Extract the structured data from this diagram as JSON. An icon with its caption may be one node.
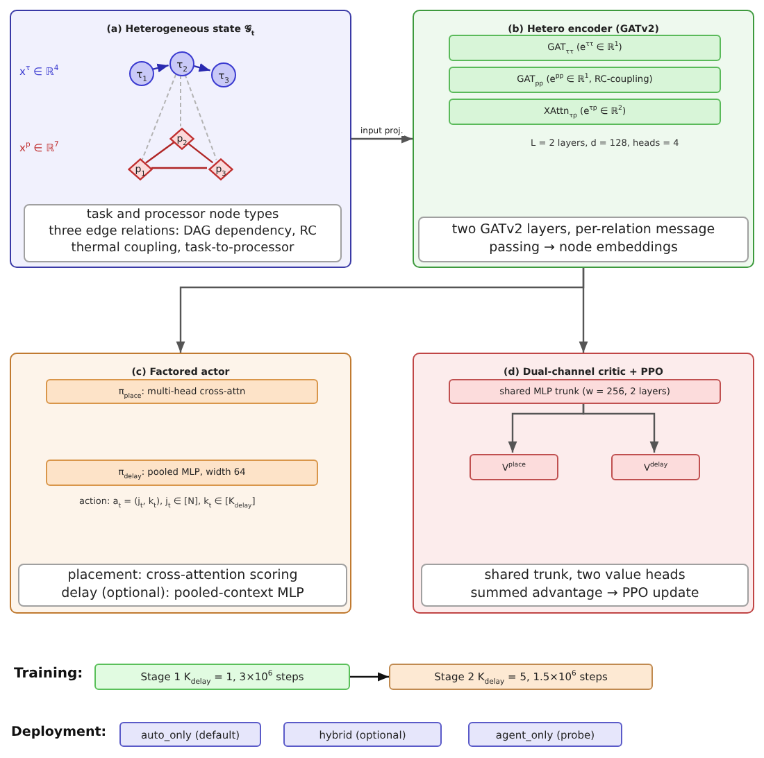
{
  "diagram": {
    "nodes": [
      {
        "text": [
          "(a) Heterogeneous state 𝒢$_{t}$"
        ]
      },
      {
        "text": [
          "τ$_{1}$"
        ],
        "in": 0
      },
      {
        "text": [
          "τ$_{2}$"
        ],
        "in": 0
      },
      {
        "text": [
          "τ$_{3}$"
        ],
        "in": 0
      },
      {
        "text": [
          "p$_{2}$"
        ],
        "in": 0
      },
      {
        "text": [
          "p$_{1}$"
        ],
        "in": 0
      },
      {
        "text": [
          "p$_{3}$"
        ],
        "in": 0
      },
      {
        "text": [
          "task and processor node types",
          "three edge relations: DAG dependency, RC thermal coupling, task-to-processor"
        ],
        "in": 0
      },
      {
        "text": [
          "(b) Hetero encoder (GATv2)"
        ]
      },
      {
        "text": [
          "GAT$_{ττ}$ (e$^{ττ}$ ∈ ℝ$^{1}$)"
        ],
        "in": 8
      },
      {
        "text": [
          "GAT$_{pp}$ (e$^{pp}$ ∈ ℝ$^{1}$, RC-coupling)"
        ],
        "in": 8
      },
      {
        "text": [
          "XAttn$_{τp}$ (e$^{τp}$ ∈ ℝ$^{2}$)"
        ],
        "in": 8
      },
      {
        "text": [
          "two GATv2 layers, per-relation message passing → node embeddings"
        ],
        "in": 8
      },
      {
        "text": [
          "(c) Factored actor"
        ]
      },
      {
        "text": [
          "π$_{place}$: multi-head cross-attn"
        ],
        "in": 13
      },
      {
        "text": [
          "π$_{delay}$: pooled MLP, width 64"
        ],
        "in": 13
      },
      {
        "text": [
          "placement: cross-attention scoring",
          "delay (optional): pooled-context MLP"
        ],
        "in": 13
      },
      {
        "text": [
          "(d) Dual-channel critic + PPO"
        ]
      },
      {
        "text": [
          "shared MLP trunk (w = 256, 2 layers)"
        ],
        "in": 17
      },
      {
        "text": [
          "V$^{place}$"
        ],
        "in": 17
      },
      {
        "text": [
          "V$^{delay}$"
        ],
        "in": 17
      },
      {
        "text": [
          "shared trunk, two value heads",
          "summed advantage → PPO update"
        ],
        "in": 17
      },
      {
        "text": [
          "Stage 1 K$_{delay}$ = 1, 3×10$^{6}$ steps"
        ]
      },
      {
        "text": [
          "Stage 2 K$_{delay}$ = 5, 1.5×10$^{6}$ steps"
        ]
      },
      {
        "text": [
          "auto_only (default)"
        ]
      },
      {
        "text": [
          "hybrid (optional)"
        ]
      },
      {
        "text": [
          "agent_only (probe)"
        ]
      }
    ],
    "edges": [
      {
        "from": 1,
        "to": 2,
        "arrow": "to",
        "color": "#2a2ab0"
      },
      {
        "from": 2,
        "to": 3,
        "arrow": "to",
        "color": "#2a2ab0"
      },
      {
        "from": 2,
        "to": 5,
        "arrow": "none",
        "style": "dashed",
        "color": "#b4b4b4"
      },
      {
        "from": 2,
        "to": 4,
        "arrow": "none",
        "style": "dashed",
        "color": "#b4b4b4"
      },
      {
        "from": 2,
        "to": 6,
        "arrow": "none",
        "style": "dashed",
        "color": "#b4b4b4"
      },
      {
        "from": 5,
        "to": 4,
        "arrow": "none",
        "color": "#b02525"
      },
      {
        "from": 4,
        "to": 6,
        "arrow": "none",
        "color": "#b02525"
      },
      {
        "from": 5,
        "to": 6,
        "arrow": "none",
        "color": "#b02525"
      },
      {
        "from": 0,
        "to": 8,
        "arrow": "to",
        "label": "input proj."
      },
      {
        "from": 8,
        "to": 13,
        "arrow": "to"
      },
      {
        "from": 8,
        "to": 17,
        "arrow": "to"
      },
      {
        "from": 18,
        "to": 19,
        "arrow": "to"
      },
      {
        "from": 18,
        "to": 20,
        "arrow": "to"
      },
      {
        "from": 22,
        "to": 23,
        "arrow": "to",
        "color": "#111111"
      }
    ],
    "labels": [
      "x$^{τ}$ ∈ ℝ$^{4}$",
      "x$^{p}$ ∈ ℝ$^{7}$",
      "L = 2 layers, d = 128, heads = 4",
      "action: a$_{t}$ = (j$_{t}$, k$_{t}$), j$_{t}$ ∈ [N], k$_{t}$ ∈ [K$_{delay}$]",
      "Training:",
      "Deployment:"
    ]
  }
}
